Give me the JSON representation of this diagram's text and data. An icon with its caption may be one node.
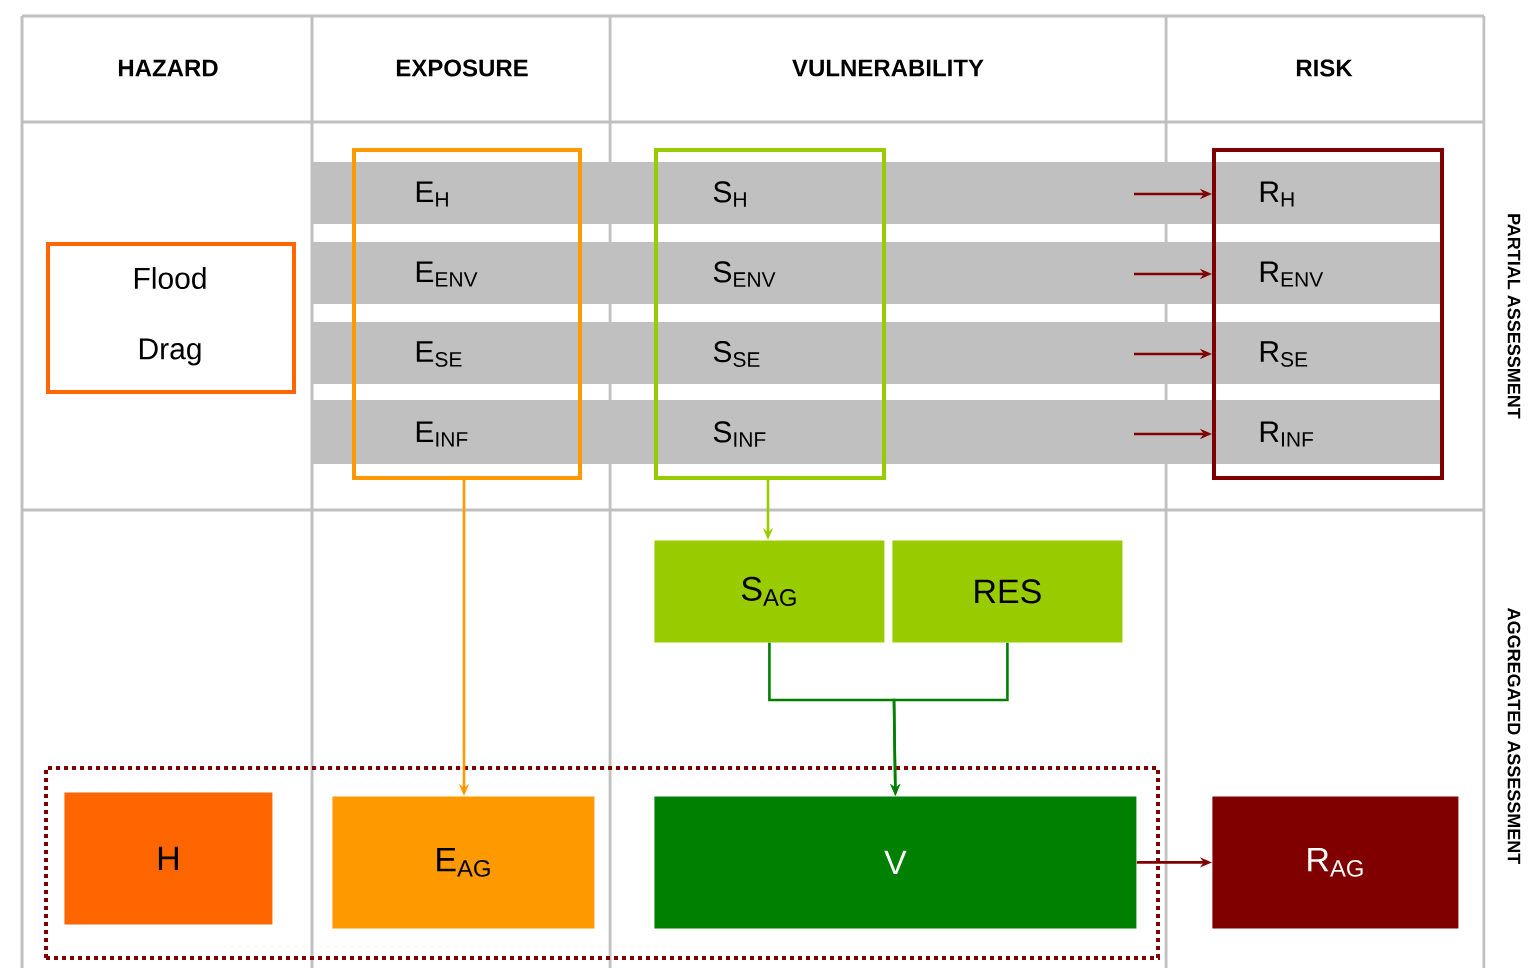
{
  "diagram": {
    "nodes": [
      {
        "text": [
          "Flood",
          "Drag"
        ]
      },
      {
        "text": [
          "E$_{H}$",
          "E$_{ENV}$",
          "E$_{SE}$",
          "E$_{INF}$"
        ]
      },
      {
        "text": [
          "S$_{H}$",
          "S$_{ENV}$",
          "S$_{SE}$",
          "S$_{INF}$"
        ]
      },
      {
        "text": [
          "R$_{H}$",
          "R$_{ENV}$",
          "R$_{SE}$",
          "R$_{INF}$"
        ]
      },
      {
        "text": [
          "S$_{AG}$"
        ]
      },
      {
        "text": [
          "RES"
        ]
      },
      {
        "text": [],
        "shape": "box"
      },
      {
        "text": [
          "H"
        ],
        "in": 6
      },
      {
        "text": [
          "E$_{AG}$"
        ],
        "in": 6
      },
      {
        "text": [
          "V"
        ],
        "in": 6
      },
      {
        "text": [
          "R$_{AG}$"
        ]
      }
    ],
    "edges": [
      {
        "from": null,
        "to": 3,
        "arrow": "to",
        "color": "#800000"
      },
      {
        "from": null,
        "to": 3,
        "arrow": "to",
        "color": "#800000"
      },
      {
        "from": null,
        "to": 3,
        "arrow": "to",
        "color": "#800000"
      },
      {
        "from": null,
        "to": 3,
        "arrow": "to",
        "color": "#800000"
      },
      {
        "from": 1,
        "to": 8,
        "arrow": "to",
        "color": "#ff9900"
      },
      {
        "from": 2,
        "to": 4,
        "arrow": "to",
        "color": "#99cc00"
      },
      {
        "from": 4,
        "to": 9,
        "arrow": "to",
        "color": "#008000"
      },
      {
        "from": 5,
        "to": 9,
        "arrow": "to",
        "color": "#008000"
      },
      {
        "from": 9,
        "to": 10,
        "arrow": "to",
        "color": "#800000"
      }
    ],
    "labels": [
      "HAZARD",
      "EXPOSURE",
      "VULNERABILITY",
      "RISK",
      "PARTIAL ASSESSMENT",
      "AGGREGATED ASSESSMENT"
    ]
  }
}
